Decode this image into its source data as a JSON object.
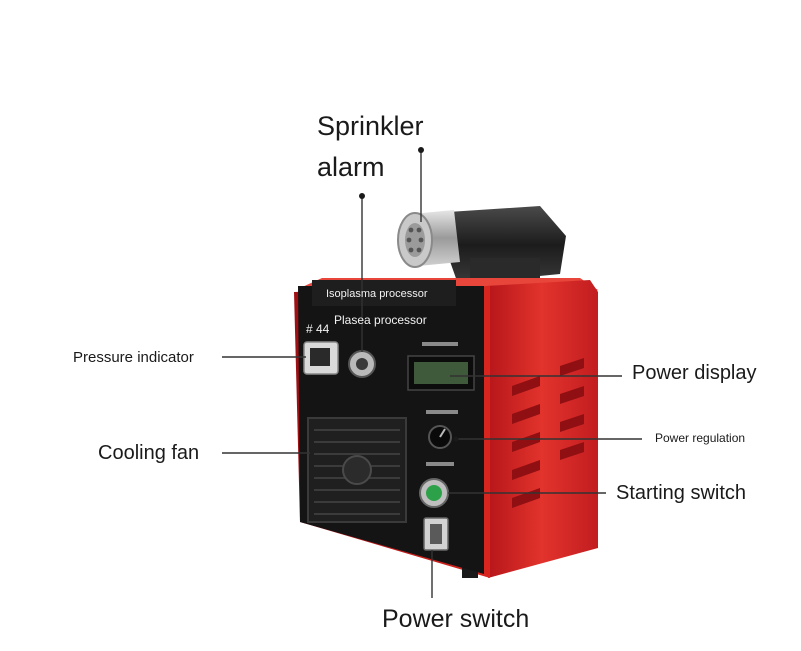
{
  "labels": {
    "sprinkler_line1": "Sprinkler",
    "sprinkler_line2": "alarm",
    "pressure_indicator": "Pressure indicator",
    "cooling_fan": "Cooling fan",
    "power_display": "Power display",
    "power_regulation": "Power regulation",
    "starting_switch": "Starting switch",
    "power_switch": "Power switch"
  },
  "device_text": {
    "header_line1": "Isoplasma processor",
    "header_line2": "Plasea processor",
    "model_number": "# 44"
  },
  "colors": {
    "body_red": "#d8231f",
    "panel_black": "#141414",
    "screen_green": "#3f5a3a",
    "leader_line": "#333333"
  }
}
